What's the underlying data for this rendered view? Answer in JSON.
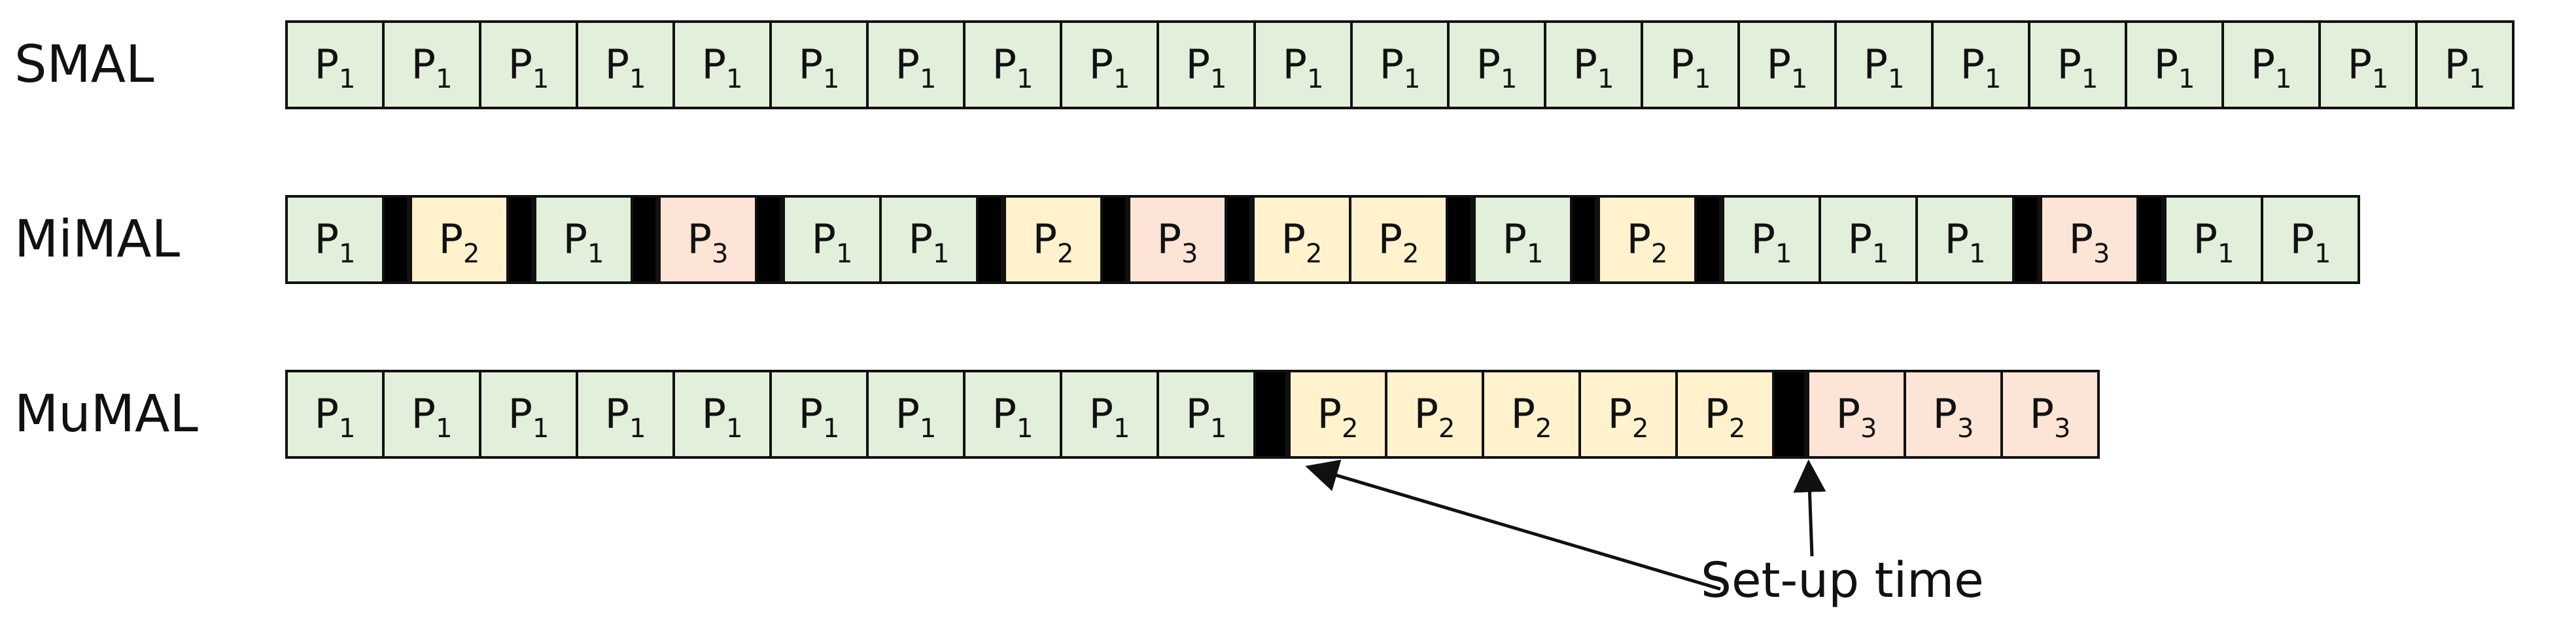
{
  "colors": {
    "P1": "#e2efda",
    "P2": "#fff2cc",
    "P3": "#fce4d6",
    "setup": "#000000"
  },
  "rows": [
    {
      "label": "SMAL",
      "sequence": [
        "P1",
        "P1",
        "P1",
        "P1",
        "P1",
        "P1",
        "P1",
        "P1",
        "P1",
        "P1",
        "P1",
        "P1",
        "P1",
        "P1",
        "P1",
        "P1",
        "P1",
        "P1",
        "P1",
        "P1",
        "P1",
        "P1",
        "P1"
      ]
    },
    {
      "label": "MiMAL",
      "sequence": [
        "P1",
        "S",
        "P2",
        "S",
        "P1",
        "S",
        "P3",
        "S",
        "P1",
        "P1",
        "S",
        "P2",
        "S",
        "P3",
        "S",
        "P2",
        "P2",
        "S",
        "P1",
        "S",
        "P2",
        "S",
        "P1",
        "P1",
        "P1",
        "S",
        "P3",
        "S",
        "P1",
        "P1"
      ]
    },
    {
      "label": "MuMAL",
      "sequence": [
        "P1",
        "P1",
        "P1",
        "P1",
        "P1",
        "P1",
        "P1",
        "P1",
        "P1",
        "P1",
        "S",
        "P2",
        "P2",
        "P2",
        "P2",
        "P2",
        "S",
        "P3",
        "P3",
        "P3"
      ]
    }
  ],
  "product_labels": {
    "P1": {
      "base": "P",
      "sub": "1"
    },
    "P2": {
      "base": "P",
      "sub": "2"
    },
    "P3": {
      "base": "P",
      "sub": "3"
    }
  },
  "annotation": {
    "label": "Set-up time"
  }
}
